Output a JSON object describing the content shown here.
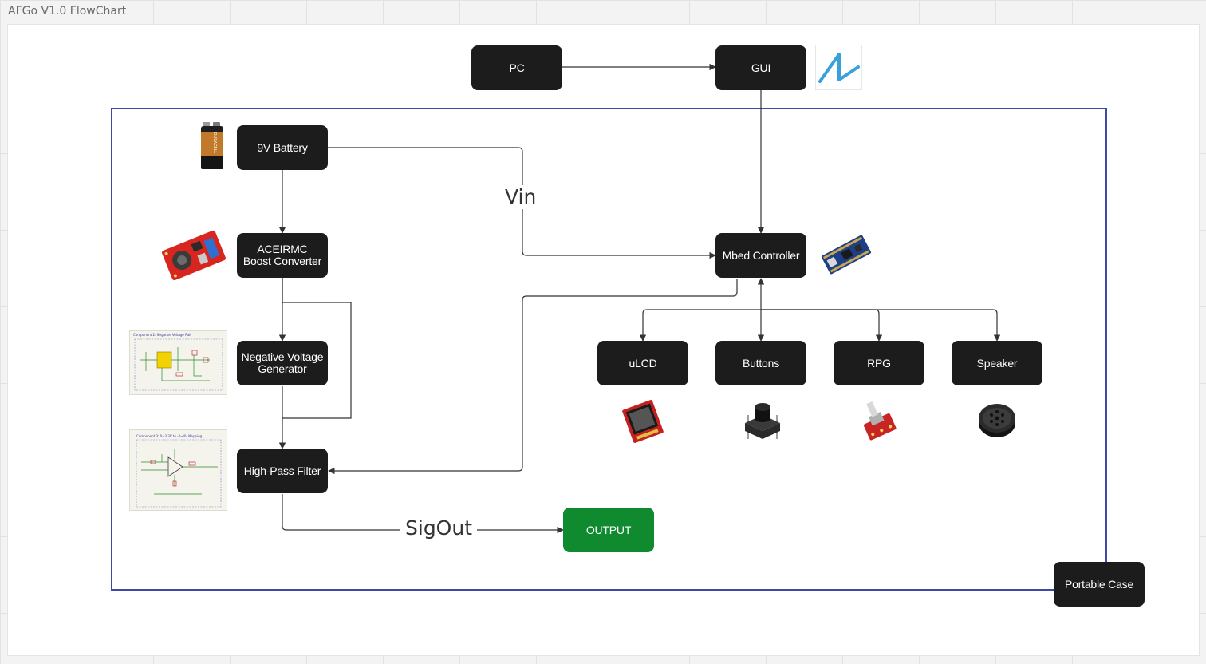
{
  "board": {
    "title": "AFGo V1.0 FlowChart"
  },
  "nodes": {
    "pc": "PC",
    "gui": "GUI",
    "battery": "9V Battery",
    "boost": "ACEIRMC\nBoost Converter",
    "negative": "Negative Voltage\nGenerator",
    "highpass": "High-Pass Filter",
    "mbed": "Mbed Controller",
    "ulcd": "uLCD",
    "buttons": "Buttons",
    "rpg": "RPG",
    "speaker": "Speaker",
    "output": "OUTPUT",
    "case": "Portable Case"
  },
  "edge_labels": {
    "vin": "Vin",
    "sigout": "SigOut"
  },
  "thumbnails": {
    "battery_brand": "DURACELL",
    "schematic_negative_title": "Component 2: Negative Voltage Rail",
    "schematic_highpass_title": "Component 3: 0~3.3V to -4~4V Mapping"
  },
  "colors": {
    "node_fill": "#1c1c1c",
    "output_fill": "#0f8a2e",
    "case_frame": "#3d4aa6",
    "connector": "#333333"
  }
}
